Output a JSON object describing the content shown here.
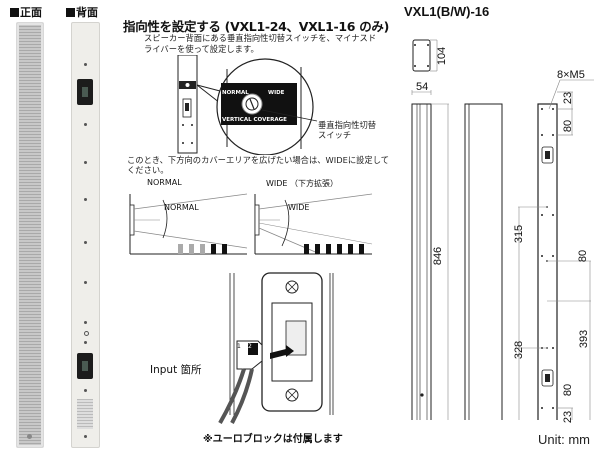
{
  "product_views": {
    "front_label": "正面",
    "back_label": "背面"
  },
  "coverage_section": {
    "title": "指向性を設定する (VXL1-24、VXL1-16 のみ)",
    "description_line1": "スピーカー背面にある垂直指向性切替スイッチを、マイナスド",
    "description_line2": "ライバーを使って設定します。",
    "switch_panel": {
      "normal": "NORMAL",
      "wide": "WIDE",
      "caption": "VERTICAL COVERAGE"
    },
    "switch_callout_line1": "垂直指向性切替",
    "switch_callout_line2": "スイッチ",
    "wide_instruction_line1": "このとき、下方向のカバーエリアを広げたい場合は、WIDEに設定して",
    "wide_instruction_line2": "ください。",
    "diagram_normal": {
      "title": "NORMAL",
      "beam_label": "NORMAL"
    },
    "diagram_wide": {
      "title": "WIDE （下方拡張）",
      "beam_label": "WIDE"
    }
  },
  "input_section": {
    "input_label": "Input 箇所",
    "terminal_marks": [
      "1",
      "2"
    ],
    "note": "※ユーロブロックは付属します"
  },
  "dimensions": {
    "model": "VXL1(B/W)-16",
    "bracket_height": "104",
    "width": "54",
    "total_height": "846",
    "screw_spec": "8×M5",
    "top_offset": "23",
    "top_spacing": "80",
    "upper_distance": "315",
    "middle_spacing": "80",
    "lower_distance": "328",
    "bottom_distance": "393",
    "bottom_spacing": "80",
    "bottom_offset": "23",
    "unit": "Unit: mm"
  }
}
